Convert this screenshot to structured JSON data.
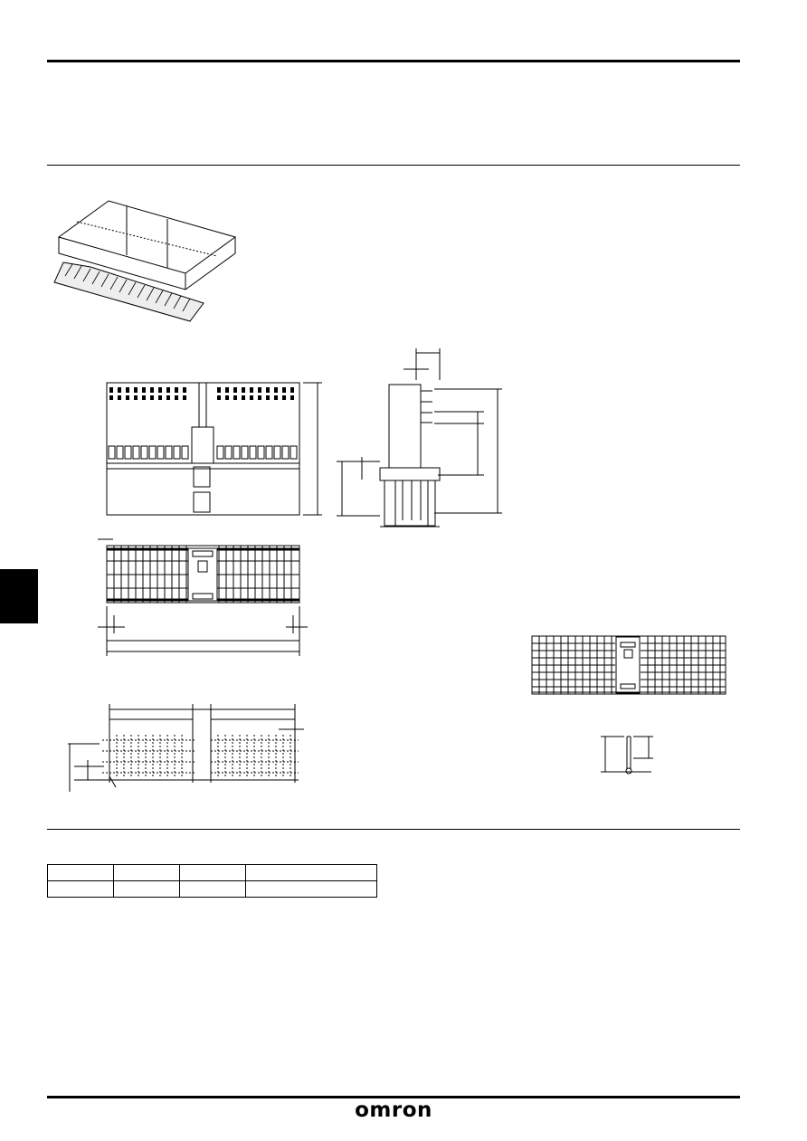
{
  "brand": {
    "logo_text": "omron"
  },
  "figures": {
    "connector_photo": "connector-isometric",
    "front_view": "connector-front-view",
    "side_view": "connector-side-view",
    "top_view": "connector-top-view",
    "pcb_pattern": "pcb-mounting-hole-pattern",
    "contact_arrangement": "contact-arrangement-view",
    "terminal_detail": "terminal-detail-view"
  },
  "table": {
    "rows": [
      [
        "",
        "",
        "",
        ""
      ],
      [
        "",
        "",
        "",
        ""
      ]
    ]
  }
}
